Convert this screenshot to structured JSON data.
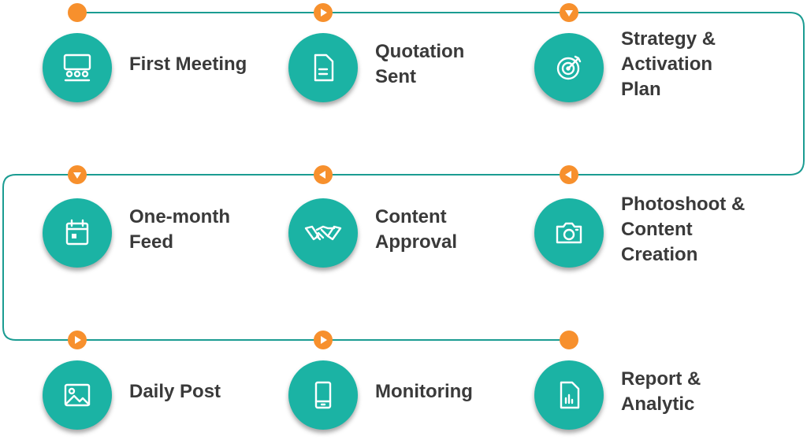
{
  "colors": {
    "line": "#1b9c92",
    "node": "#f7902d",
    "circle": "#1bb3a4",
    "text": "#3a3a3a"
  },
  "steps": [
    {
      "icon": "presentation-icon",
      "label": [
        "First Meeting"
      ]
    },
    {
      "icon": "document-icon",
      "label": [
        "Quotation",
        "Sent"
      ]
    },
    {
      "icon": "target-icon",
      "label": [
        "Strategy &",
        "Activation",
        "Plan"
      ]
    },
    {
      "icon": "calendar-icon",
      "label": [
        "One-month",
        "Feed"
      ]
    },
    {
      "icon": "handshake-icon",
      "label": [
        "Content",
        "Approval"
      ]
    },
    {
      "icon": "camera-icon",
      "label": [
        "Photoshoot &",
        "Content",
        "Creation"
      ]
    },
    {
      "icon": "image-icon",
      "label": [
        "Daily Post"
      ]
    },
    {
      "icon": "mobile-icon",
      "label": [
        "Monitoring"
      ]
    },
    {
      "icon": "report-icon",
      "label": [
        "Report &",
        "Analytic"
      ]
    }
  ]
}
